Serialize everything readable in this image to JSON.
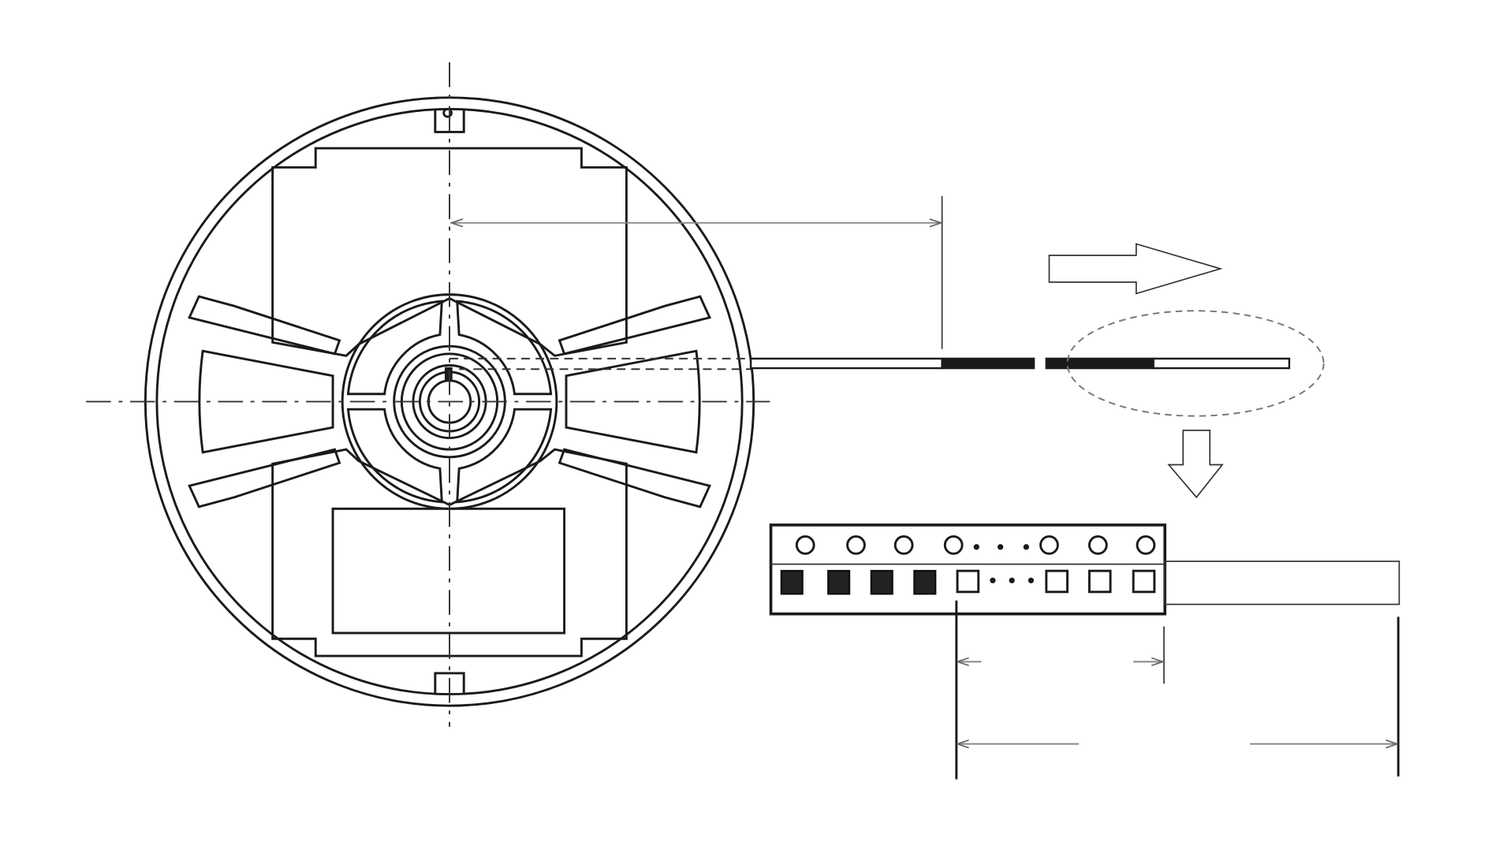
{
  "diagram": {
    "colors": {
      "line": "#1a1a1a",
      "dimension": "#888888",
      "background": "#ffffff"
    },
    "tape": {
      "filled_pockets": 4,
      "empty_pockets": 4,
      "sprocket_holes": 7
    }
  }
}
